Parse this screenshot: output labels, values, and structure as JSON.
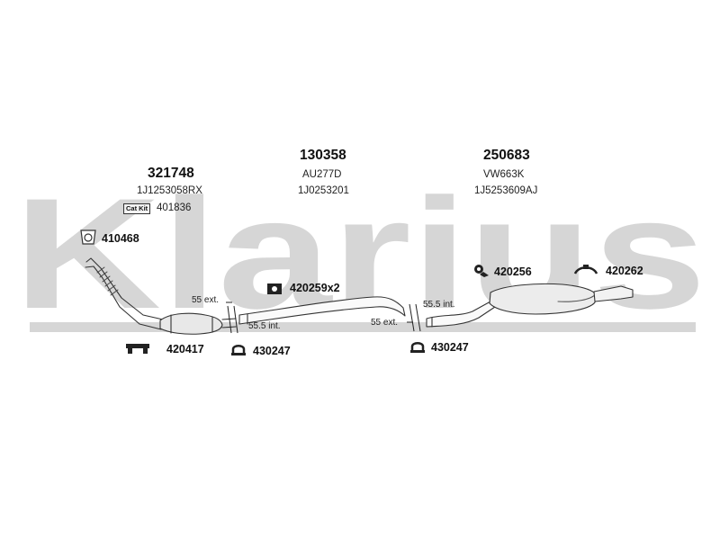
{
  "watermark": {
    "text": "Klarius",
    "color": "#d4d4d4"
  },
  "sections": [
    {
      "part_number": "321748",
      "oem_code": "1J1253058RX"
    },
    {
      "part_number": "130358",
      "brand_code": "AU277D",
      "oem_code": "1J0253201"
    },
    {
      "part_number": "250683",
      "brand_code": "VW663K",
      "oem_code": "1J5253609AJ"
    }
  ],
  "cat_kit": {
    "badge": "Cat Kit",
    "number": "401836"
  },
  "fittings": [
    {
      "number": "410468",
      "icon": "gasket-icon"
    },
    {
      "number": "420259x2",
      "icon": "mounting-bracket-icon"
    },
    {
      "number": "420256",
      "icon": "rubber-hanger-icon"
    },
    {
      "number": "420262",
      "icon": "hanger-strap-icon"
    },
    {
      "number": "420417",
      "icon": "bracket-icon"
    },
    {
      "number": "430247",
      "icon": "clamp-icon"
    },
    {
      "number": "430247",
      "icon": "clamp-icon"
    }
  ],
  "dimensions": {
    "front_ext": "55 ext.",
    "front_int": "55.5 int.",
    "rear_int": "55.5 int.",
    "rear_ext": "55 ext."
  }
}
